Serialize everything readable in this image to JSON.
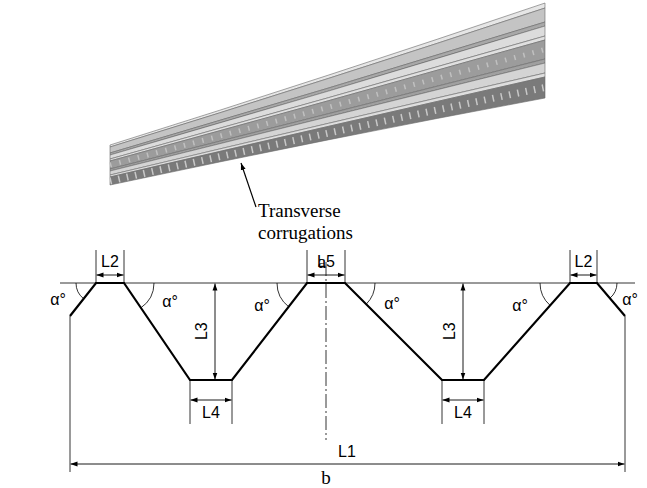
{
  "diagram": {
    "labels": [
      "Transverse corrugations",
      "a",
      "α°",
      "L2",
      "α°",
      "L5",
      "α°",
      "L2",
      "α°",
      "α°",
      "L3",
      "α°",
      "L3",
      "L4",
      "L4",
      "L1",
      "b"
    ]
  }
}
